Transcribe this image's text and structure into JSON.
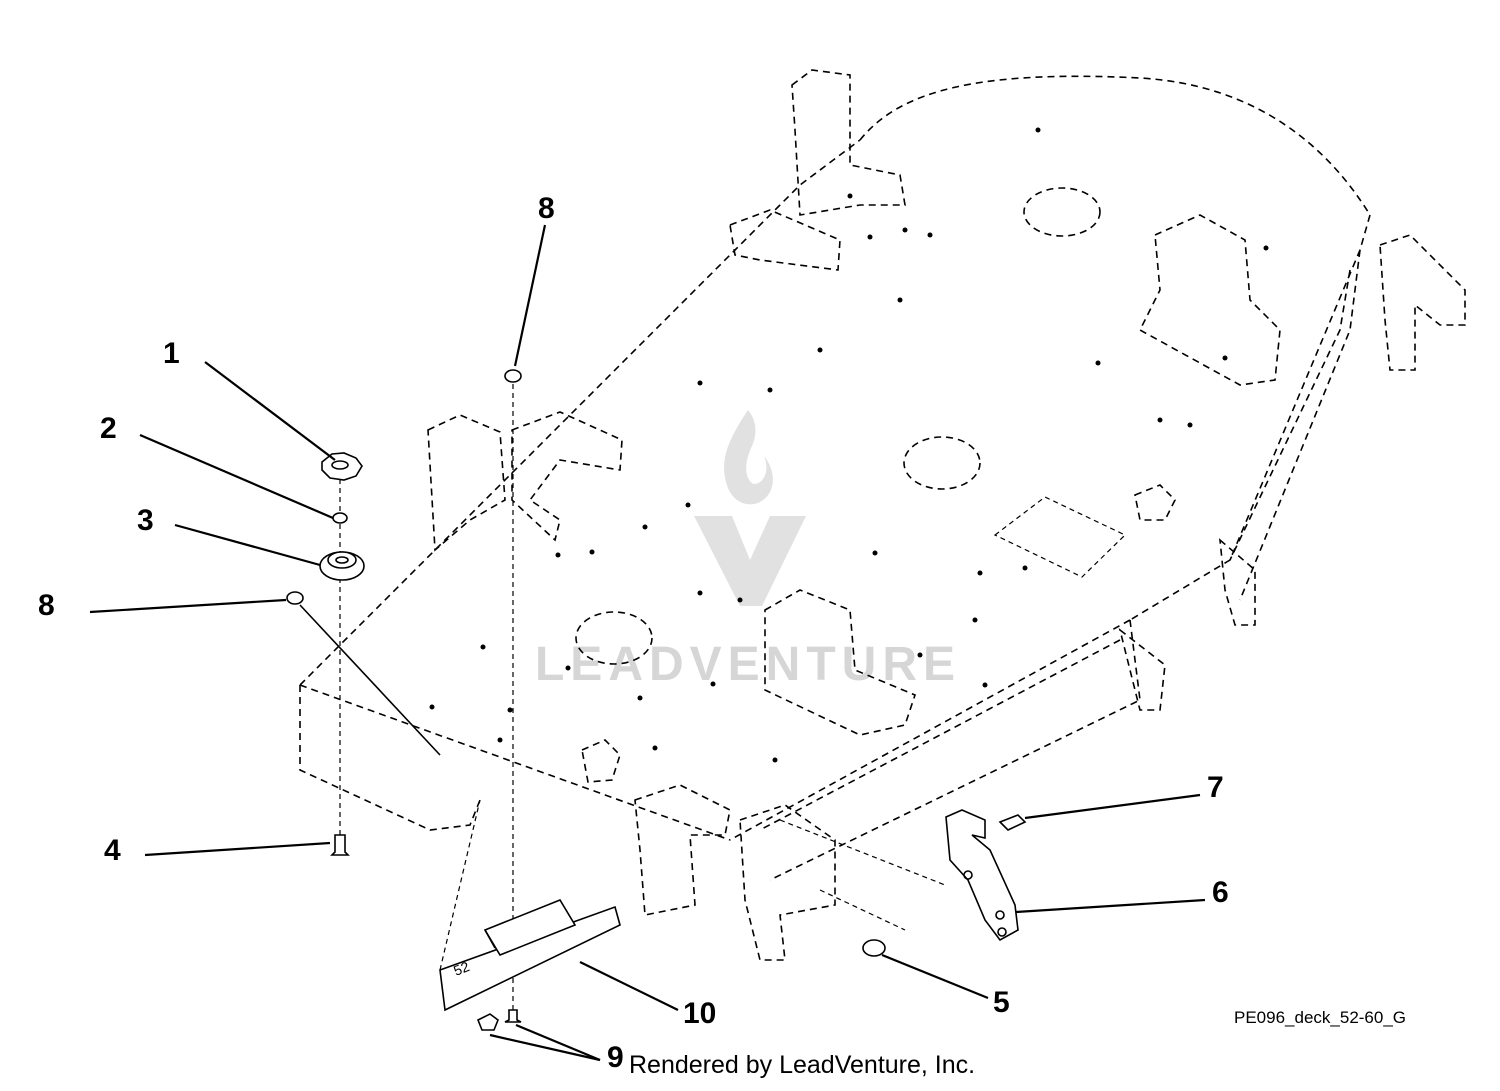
{
  "diagram": {
    "callouts": [
      {
        "id": "c1",
        "label": "1"
      },
      {
        "id": "c2",
        "label": "2"
      },
      {
        "id": "c3",
        "label": "3"
      },
      {
        "id": "c4",
        "label": "4"
      },
      {
        "id": "c5",
        "label": "5"
      },
      {
        "id": "c6",
        "label": "6"
      },
      {
        "id": "c7",
        "label": "7"
      },
      {
        "id": "c8a",
        "label": "8"
      },
      {
        "id": "c8b",
        "label": "8"
      },
      {
        "id": "c9",
        "label": "9"
      },
      {
        "id": "c10",
        "label": "10"
      }
    ],
    "drawing_ref": "PE096_deck_52-60_G",
    "rendered_by": "Rendered by LeadVenture, Inc.",
    "watermark": "LEADVENTURE",
    "deflector_marking": "52",
    "colors": {
      "ink": "#000000",
      "watermark": "#c9c9c9",
      "background": "#ffffff"
    }
  }
}
